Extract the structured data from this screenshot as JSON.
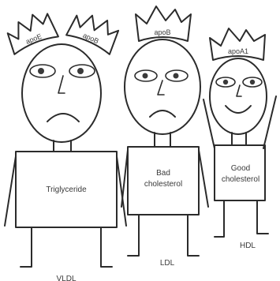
{
  "figures": {
    "vldl": {
      "crown_left_label": "apoE",
      "crown_right_label": "apoB",
      "body_label": "Triglyceride",
      "name_label": "VLDL"
    },
    "ldl": {
      "crown_label": "apoB",
      "body_label_line1": "Bad",
      "body_label_line2": "cholesterol",
      "name_label": "LDL"
    },
    "hdl": {
      "crown_label": "apoA1",
      "body_label_line1": "Good",
      "body_label_line2": "cholesterol",
      "name_label": "HDL"
    }
  }
}
